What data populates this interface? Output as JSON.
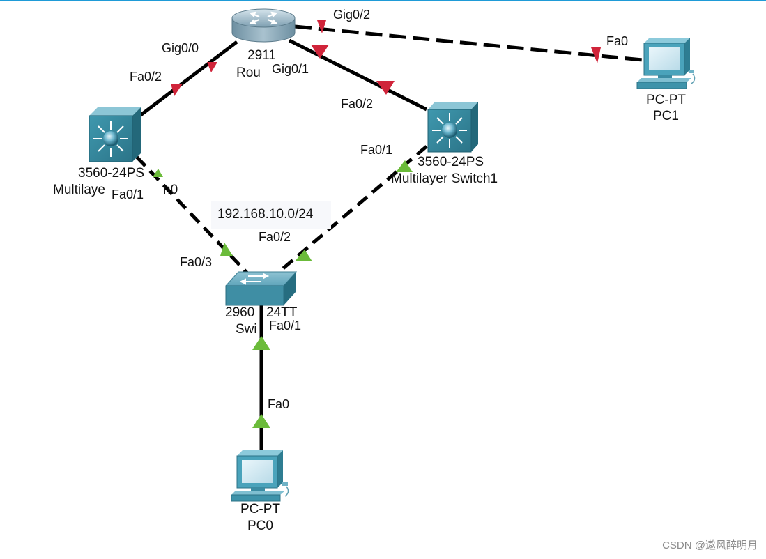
{
  "diagram": {
    "network_label": "192.168.10.0/24",
    "nodes": {
      "router": {
        "model": "2911",
        "name": "Router0",
        "model_visible": "2911",
        "name_visible": "Rou"
      },
      "mlswitch0": {
        "model": "3560-24PS",
        "name": "Multilayer Switch0",
        "name_left_visible": "Multilaye",
        "name_right_visible": "h0"
      },
      "mlswitch1": {
        "model": "3560-24PS",
        "name": "Multilayer Switch1"
      },
      "switch0": {
        "model": "2960-24TT",
        "model_left_visible": "2960",
        "model_right_visible": "24TT",
        "name_visible": "Swi"
      },
      "pc0": {
        "type": "PC-PT",
        "name": "PC0"
      },
      "pc1": {
        "type": "PC-PT",
        "name": "PC1"
      }
    },
    "ports": {
      "router_gig00": "Gig0/0",
      "router_gig01": "Gig0/1",
      "router_gig02": "Gig0/2",
      "ml0_fa02": "Fa0/2",
      "ml0_fa01": "Fa0/1",
      "ml1_fa02": "Fa0/2",
      "ml1_fa01": "Fa0/1",
      "sw_fa03": "Fa0/3",
      "sw_fa02": "Fa0/2",
      "sw_fa01": "Fa0/1",
      "pc0_fa0": "Fa0",
      "pc1_fa0": "Fa0"
    },
    "link_status_colors": {
      "down": "#d0243a",
      "up": "#6bbb3a",
      "cable": "#000000"
    },
    "links": [
      {
        "from": "router Gig0/0",
        "to": "Multilayer Switch0 Fa0/2",
        "style": "solid",
        "status": "down"
      },
      {
        "from": "router Gig0/1",
        "to": "Multilayer Switch1 Fa0/2",
        "style": "solid",
        "status": "down"
      },
      {
        "from": "router Gig0/2",
        "to": "PC1 Fa0",
        "style": "dashed",
        "status": "down"
      },
      {
        "from": "Multilayer Switch0 Fa0/1",
        "to": "Switch0 Fa0/3",
        "style": "dashed",
        "status": "up"
      },
      {
        "from": "Multilayer Switch1 Fa0/1",
        "to": "Switch0 Fa0/2",
        "style": "dashed",
        "status": "up"
      },
      {
        "from": "Switch0 Fa0/1",
        "to": "PC0 Fa0",
        "style": "solid",
        "status": "up"
      }
    ]
  },
  "watermark": "CSDN @遨风醉明月"
}
